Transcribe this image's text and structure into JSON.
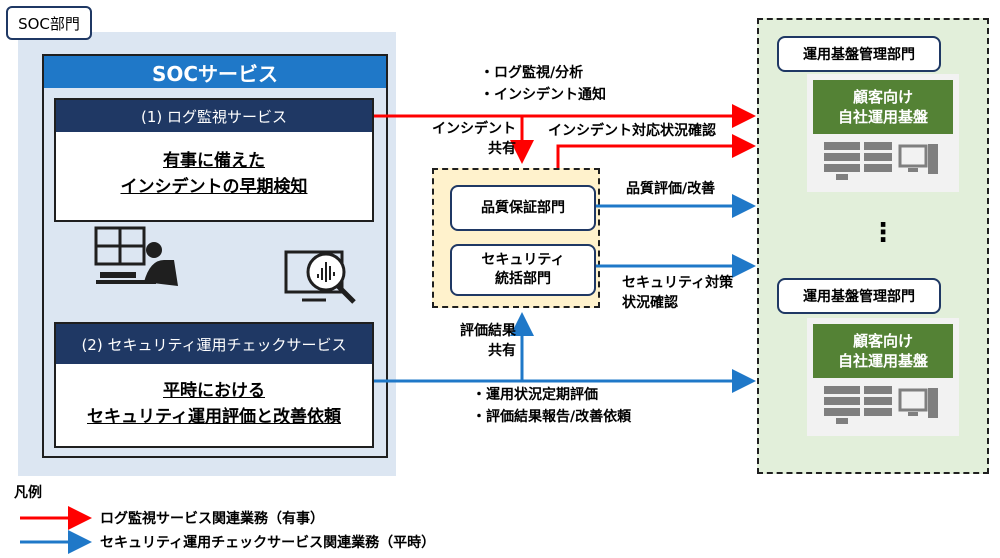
{
  "soc_dept_label": "SOC部門",
  "soc_service": {
    "title": "SOCサービス",
    "log_service": {
      "title": "(1) ログ監視サービス",
      "body_line1": "有事に備えた",
      "body_line2": "インシデントの早期検知"
    },
    "check_service": {
      "title": "(2) セキュリティ運用チェックサービス",
      "body_line1": "平時における",
      "body_line2": "セキュリティ運用評価と改善依頼"
    }
  },
  "qa_area": {
    "qa_dept": "品質保証部門",
    "sec_dept_line1": "セキュリティ",
    "sec_dept_line2": "統括部門"
  },
  "ops": {
    "dept_label": "運用基盤管理部門",
    "infra_line1": "顧客向け",
    "infra_line2": "自社運用基盤",
    "ellipsis": "⋮"
  },
  "labels": {
    "log_monitor": "・ログ監視/分析",
    "incident_notice": "・インシデント通知",
    "incident_share_line1": "インシデント",
    "incident_share_line2": "共有",
    "incident_status": "インシデント対応状況確認",
    "quality_eval": "品質評価/改善",
    "sec_measure_line1": "セキュリティ対策",
    "sec_measure_line2": "状況確認",
    "eval_share_line1": "評価結果",
    "eval_share_line2": "共有",
    "periodic_eval": "・運用状況定期評価",
    "eval_report": "・評価結果報告/改善依頼"
  },
  "legend": {
    "title": "凡例",
    "red_item": "ログ監視サービス関連業務（有事）",
    "blue_item": "セキュリティ運用チェックサービス関連業務（平時）"
  },
  "colors": {
    "red": "#ff0000",
    "blue": "#1f78c8",
    "navy": "#1f3864",
    "green": "#548235"
  }
}
